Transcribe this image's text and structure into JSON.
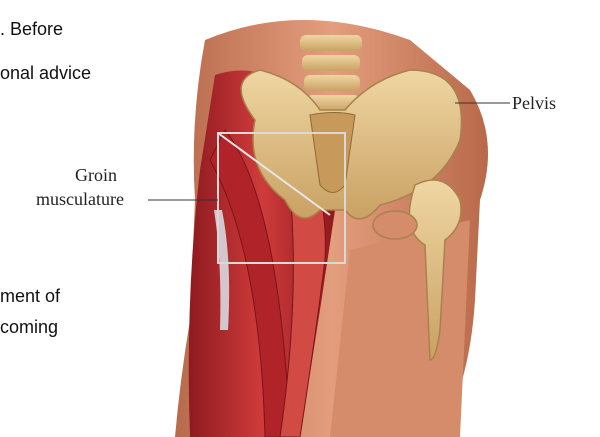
{
  "page_text": {
    "line1": ". Before",
    "line2": "onal advice",
    "line3": "ment of",
    "line4": "coming"
  },
  "labels": {
    "pelvis": "Pelvis",
    "groin_line1": "Groin",
    "groin_line2": "musculature"
  },
  "colors": {
    "skin": "#d98b6a",
    "muscle": "#c0272d",
    "bone": "#e2c48a"
  }
}
